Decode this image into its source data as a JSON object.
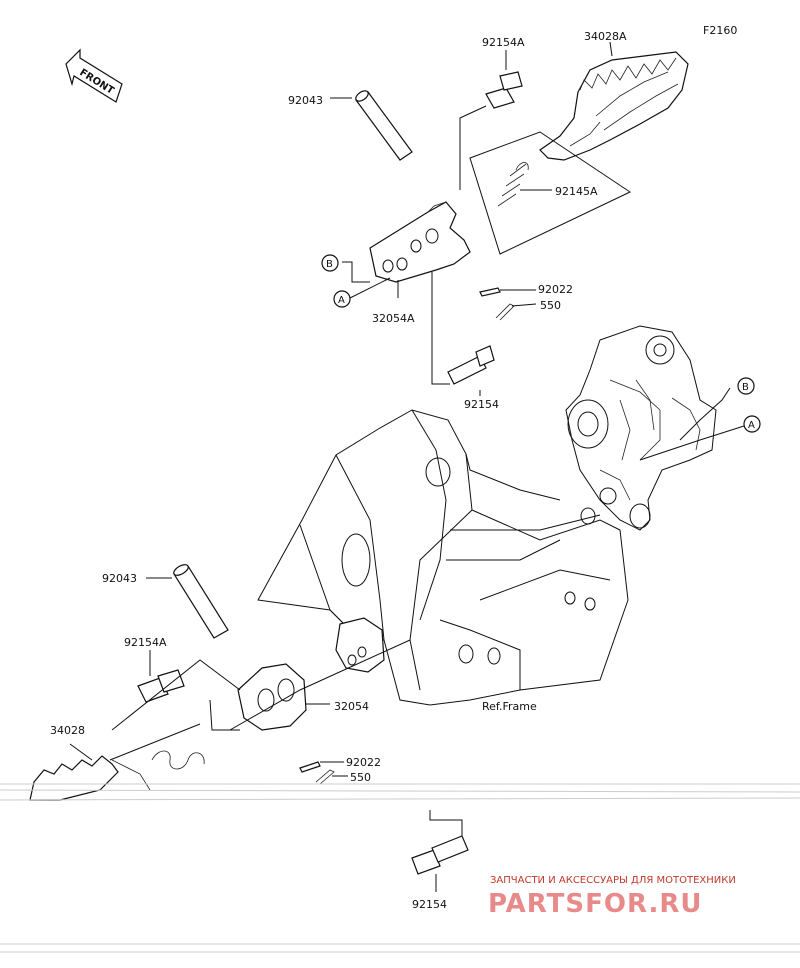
{
  "diagram": {
    "figure_code": "F2160",
    "front_label": "FRONT",
    "ref_label": "Ref.Frame",
    "callouts": {
      "upper_pin": "92043",
      "upper_bolt_a": "92154A",
      "upper_footpeg": "34028A",
      "upper_spring": "92145A",
      "upper_bracket": "32054A",
      "upper_washer": "92022",
      "upper_cotter": "550",
      "upper_bolt": "92154",
      "lower_pin": "92043",
      "lower_bolt_a": "92154A",
      "lower_footpeg": "34028",
      "lower_bracket": "32054",
      "lower_washer": "92022",
      "lower_cotter": "550",
      "lower_bolt": "92154"
    },
    "markers": {
      "b_left": "B",
      "a_left": "A",
      "b_right": "B",
      "a_right": "A"
    }
  },
  "watermark": {
    "tagline": "ЗАПЧАСТИ И АКСЕССУАРЫ ДЛЯ МОТОТЕХНИКИ",
    "brand": "PARTSFOR.RU",
    "color": "#d9534f"
  }
}
